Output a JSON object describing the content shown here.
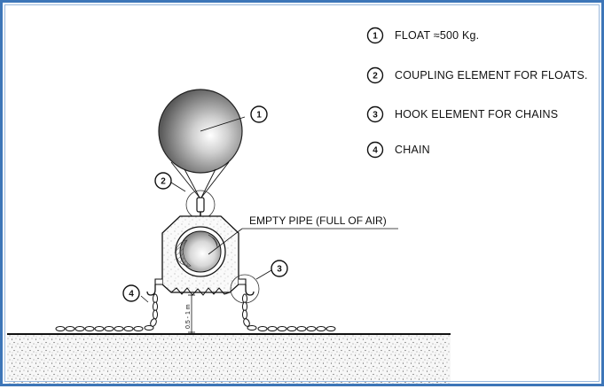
{
  "legend": [
    {
      "num": "1",
      "text": "FLOAT ≈500 Kg."
    },
    {
      "num": "2",
      "text": "COUPLING ELEMENT FOR FLOATS."
    },
    {
      "num": "3",
      "text": "HOOK ELEMENT FOR CHAINS"
    },
    {
      "num": "4",
      "text": "CHAIN"
    }
  ],
  "callouts": {
    "float": "1",
    "coupling": "2",
    "hook": "3",
    "chain": "4"
  },
  "pipe_label": "EMPTY PIPE (FULL OF AIR)",
  "dimension_label": "0.5 - 1 m",
  "colors": {
    "frame_border": "#3d76b8",
    "line": "#111111",
    "ground_fill": "#f4f4f4"
  }
}
